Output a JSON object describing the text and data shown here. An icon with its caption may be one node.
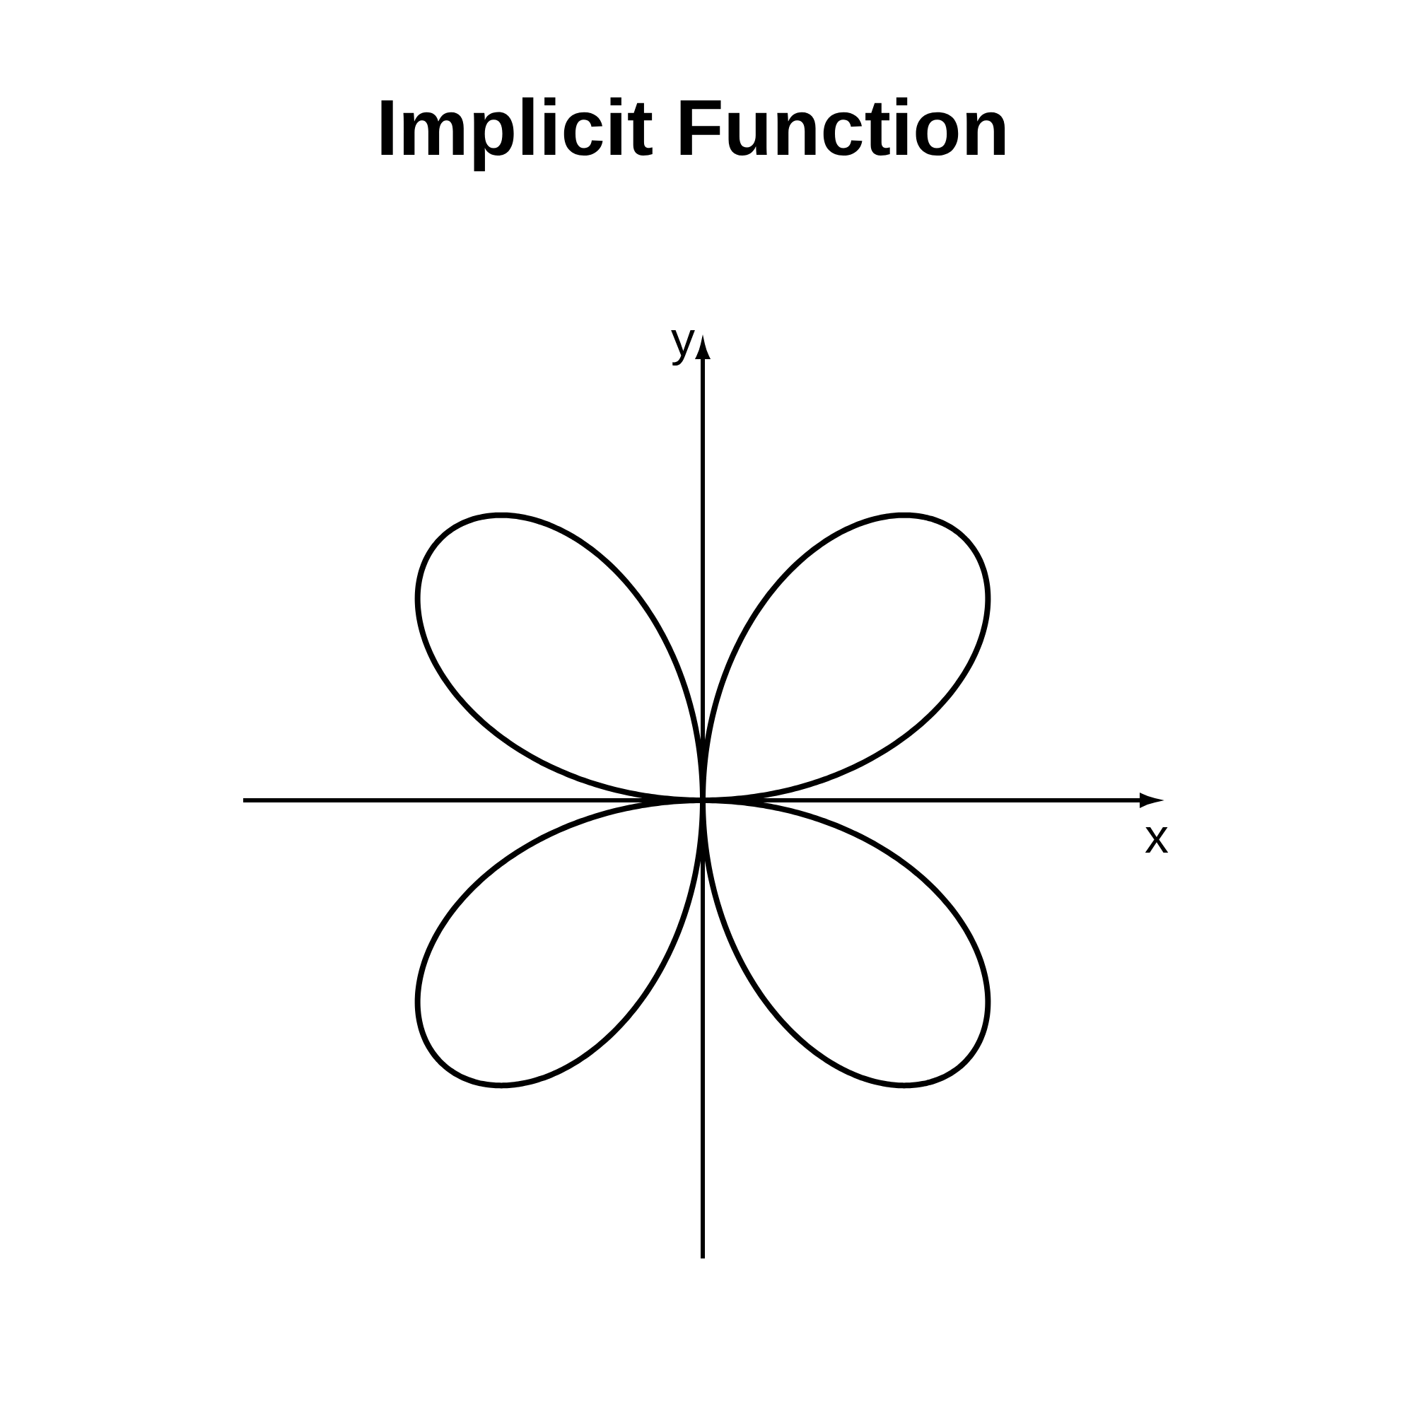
{
  "diagram": {
    "title": "Implicit Function",
    "labels": [
      "y",
      "x"
    ]
  }
}
